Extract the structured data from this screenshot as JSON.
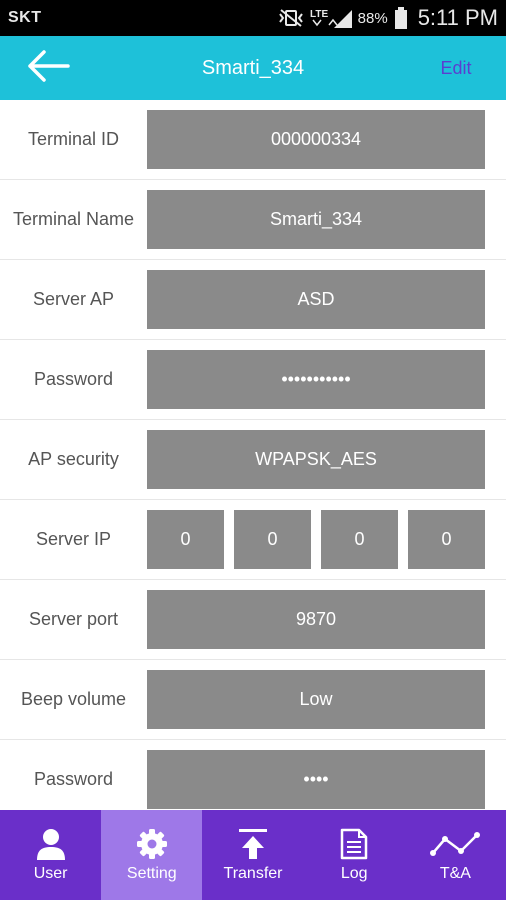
{
  "status_bar": {
    "carrier": "SKT",
    "network": "LTE",
    "battery": "88%",
    "time": "5:11 PM"
  },
  "app_bar": {
    "title": "Smarti_334",
    "edit_label": "Edit",
    "back_icon": "arrow-left-icon"
  },
  "form": {
    "terminal_id": {
      "label": "Terminal ID",
      "value": "000000334"
    },
    "terminal_name": {
      "label": "Terminal Name",
      "value": "Smarti_334"
    },
    "server_ap": {
      "label": "Server AP",
      "value": "ASD"
    },
    "password": {
      "label": "Password",
      "value": "•••••••••••"
    },
    "ap_security": {
      "label": "AP security",
      "value": "WPAPSK_AES"
    },
    "server_ip": {
      "label": "Server IP",
      "octets": [
        "0",
        "0",
        "0",
        "0"
      ]
    },
    "server_port": {
      "label": "Server port",
      "value": "9870"
    },
    "beep_volume": {
      "label": "Beep volume",
      "value": "Low"
    },
    "password2": {
      "label": "Password",
      "value": "••••"
    }
  },
  "bottom_nav": {
    "items": [
      {
        "label": "User",
        "icon": "user-icon"
      },
      {
        "label": "Setting",
        "icon": "gear-icon"
      },
      {
        "label": "Transfer",
        "icon": "upload-icon"
      },
      {
        "label": "Log",
        "icon": "document-icon"
      },
      {
        "label": "T&A",
        "icon": "line-chart-icon"
      }
    ],
    "active": "Setting"
  },
  "colors": {
    "app_bar": "#1ec1d9",
    "field": "#8a8a8a",
    "nav": "#6a2fc9",
    "nav_active": "#9e78e8",
    "edit": "#5a3fd0"
  }
}
